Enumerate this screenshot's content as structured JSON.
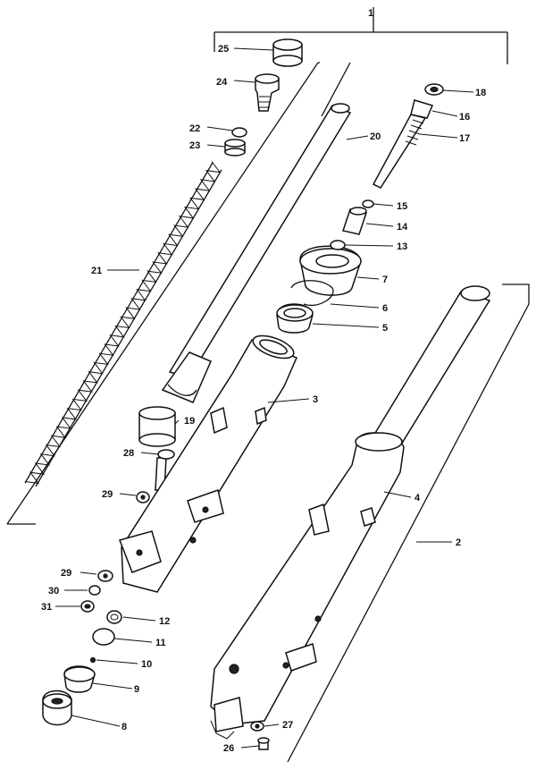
{
  "callouts": [
    {
      "id": "c1",
      "text": "1"
    },
    {
      "id": "c2",
      "text": "2"
    },
    {
      "id": "c3",
      "text": "3"
    },
    {
      "id": "c4",
      "text": "4"
    },
    {
      "id": "c5",
      "text": "5"
    },
    {
      "id": "c6",
      "text": "6"
    },
    {
      "id": "c7",
      "text": "7"
    },
    {
      "id": "c8",
      "text": "8"
    },
    {
      "id": "c9",
      "text": "9"
    },
    {
      "id": "c10",
      "text": "10"
    },
    {
      "id": "c11",
      "text": "11"
    },
    {
      "id": "c12",
      "text": "12"
    },
    {
      "id": "c13",
      "text": "13"
    },
    {
      "id": "c14",
      "text": "14"
    },
    {
      "id": "c15",
      "text": "15"
    },
    {
      "id": "c16",
      "text": "16"
    },
    {
      "id": "c17",
      "text": "17"
    },
    {
      "id": "c18",
      "text": "18"
    },
    {
      "id": "c19",
      "text": "19"
    },
    {
      "id": "c20",
      "text": "20"
    },
    {
      "id": "c21",
      "text": "21"
    },
    {
      "id": "c22",
      "text": "22"
    },
    {
      "id": "c23",
      "text": "23"
    },
    {
      "id": "c24",
      "text": "24"
    },
    {
      "id": "c25",
      "text": "25"
    },
    {
      "id": "c26",
      "text": "26"
    },
    {
      "id": "c27",
      "text": "27"
    },
    {
      "id": "c28",
      "text": "28"
    },
    {
      "id": "c29a",
      "text": "29"
    },
    {
      "id": "c29b",
      "text": "29"
    },
    {
      "id": "c30",
      "text": "30"
    },
    {
      "id": "c31",
      "text": "31"
    }
  ]
}
